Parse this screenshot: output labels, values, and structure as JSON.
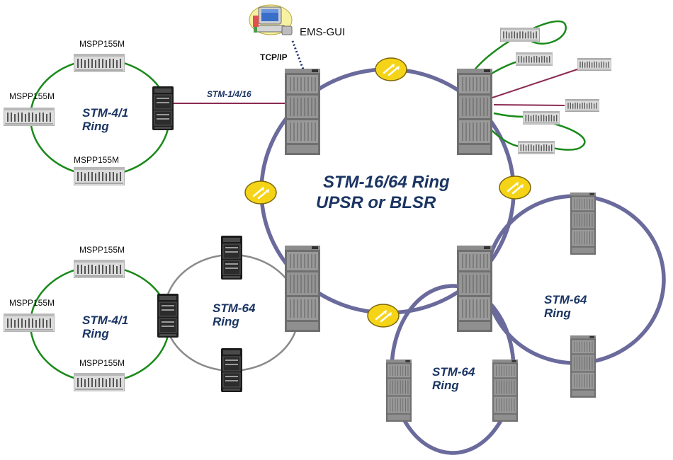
{
  "diagram": {
    "management": {
      "ems_label": "EMS-GUI",
      "protocol_label": "TCP/IP"
    },
    "main_ring": {
      "line1": "STM-16/64 Ring",
      "line2": "UPSR or BLSR"
    },
    "access_ring_top": {
      "line1": "STM-4/1",
      "line2": "Ring",
      "nodes": [
        "MSPP155M",
        "MSPP155M",
        "MSPP155M"
      ]
    },
    "access_ring_bottom": {
      "line1": "STM-4/1",
      "line2": "Ring",
      "nodes": [
        "MSPP155M",
        "MSPP155M",
        "MSPP155M"
      ]
    },
    "uplink_label": "STM-1/4/16",
    "ring_left_stm64": {
      "line1": "STM-64",
      "line2": "Ring"
    },
    "ring_bottom_stm64": {
      "line1": "STM-64",
      "line2": "Ring"
    },
    "ring_right_stm64": {
      "line1": "STM-64",
      "line2": "Ring"
    },
    "colors": {
      "main_ring": "#6a6a9c",
      "access_ring": "#1a8a1a",
      "link": "#8b2a52",
      "gray_ring": "#8a8a8a",
      "label": "#1b3563",
      "amplifier": "#f5d418"
    }
  }
}
